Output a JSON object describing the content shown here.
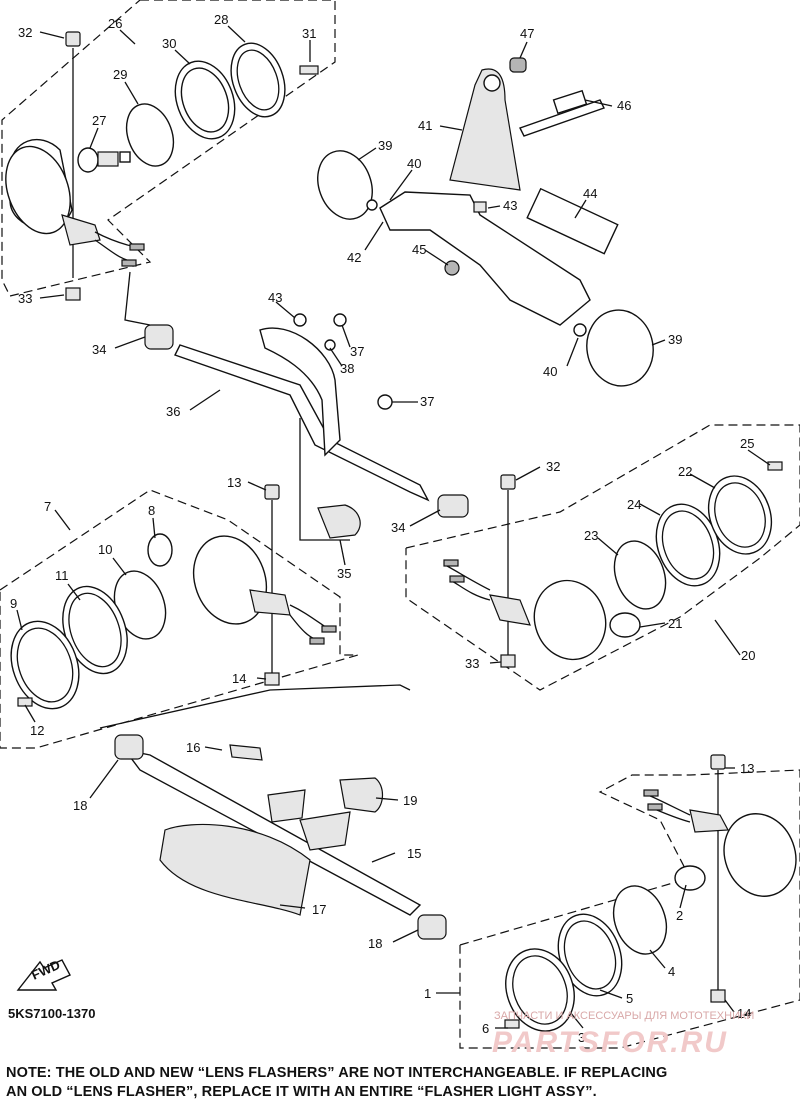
{
  "diagram": {
    "part_code": "5KS7100-1370",
    "note_line1": "NOTE: THE OLD AND NEW “LENS FLASHERS” ARE NOT INTERCHANGEABLE. IF REPLACING",
    "note_line2": "AN OLD “LENS FLASHER”, REPLACE IT WITH AN ENTIRE “FLASHER LIGHT ASSY”.",
    "fwd_label": "FWD",
    "watermark_small": "ЗАПЧАСТИ И АКСЕССУАРЫ ДЛЯ МОТОТЕХНИКИ",
    "watermark_brand": "PARTSFOR.RU"
  },
  "callouts": [
    {
      "id": "c32a",
      "text": "32"
    },
    {
      "id": "c26",
      "text": "26"
    },
    {
      "id": "c28",
      "text": "28"
    },
    {
      "id": "c30",
      "text": "30"
    },
    {
      "id": "c31",
      "text": "31"
    },
    {
      "id": "c29",
      "text": "29"
    },
    {
      "id": "c27",
      "text": "27"
    },
    {
      "id": "c33a",
      "text": "33"
    },
    {
      "id": "c47",
      "text": "47"
    },
    {
      "id": "c46",
      "text": "46"
    },
    {
      "id": "c41",
      "text": "41"
    },
    {
      "id": "c39a",
      "text": "39"
    },
    {
      "id": "c40a",
      "text": "40"
    },
    {
      "id": "c43a",
      "text": "43"
    },
    {
      "id": "c44",
      "text": "44"
    },
    {
      "id": "c42",
      "text": "42"
    },
    {
      "id": "c45",
      "text": "45"
    },
    {
      "id": "c39b",
      "text": "39"
    },
    {
      "id": "c40b",
      "text": "40"
    },
    {
      "id": "c43b",
      "text": "43"
    },
    {
      "id": "c34a",
      "text": "34"
    },
    {
      "id": "c37a",
      "text": "37"
    },
    {
      "id": "c38",
      "text": "38"
    },
    {
      "id": "c36",
      "text": "36"
    },
    {
      "id": "c37b",
      "text": "37"
    },
    {
      "id": "c13a",
      "text": "13"
    },
    {
      "id": "c32b",
      "text": "32"
    },
    {
      "id": "c25",
      "text": "25"
    },
    {
      "id": "c22",
      "text": "22"
    },
    {
      "id": "c24",
      "text": "24"
    },
    {
      "id": "c7",
      "text": "7"
    },
    {
      "id": "c8",
      "text": "8"
    },
    {
      "id": "c10",
      "text": "10"
    },
    {
      "id": "c11",
      "text": "11"
    },
    {
      "id": "c9",
      "text": "9"
    },
    {
      "id": "c34b",
      "text": "34"
    },
    {
      "id": "c35",
      "text": "35"
    },
    {
      "id": "c23",
      "text": "23"
    },
    {
      "id": "c21",
      "text": "21"
    },
    {
      "id": "c33b",
      "text": "33"
    },
    {
      "id": "c20",
      "text": "20"
    },
    {
      "id": "c14a",
      "text": "14"
    },
    {
      "id": "c12",
      "text": "12"
    },
    {
      "id": "c16",
      "text": "16"
    },
    {
      "id": "c13b",
      "text": "13"
    },
    {
      "id": "c19",
      "text": "19"
    },
    {
      "id": "c18a",
      "text": "18"
    },
    {
      "id": "c15",
      "text": "15"
    },
    {
      "id": "c17",
      "text": "17"
    },
    {
      "id": "c2",
      "text": "2"
    },
    {
      "id": "c18b",
      "text": "18"
    },
    {
      "id": "c3",
      "text": "3"
    },
    {
      "id": "c4",
      "text": "4"
    },
    {
      "id": "c1",
      "text": "1"
    },
    {
      "id": "c5",
      "text": "5"
    },
    {
      "id": "c6",
      "text": "6"
    },
    {
      "id": "c14b",
      "text": "14"
    }
  ]
}
